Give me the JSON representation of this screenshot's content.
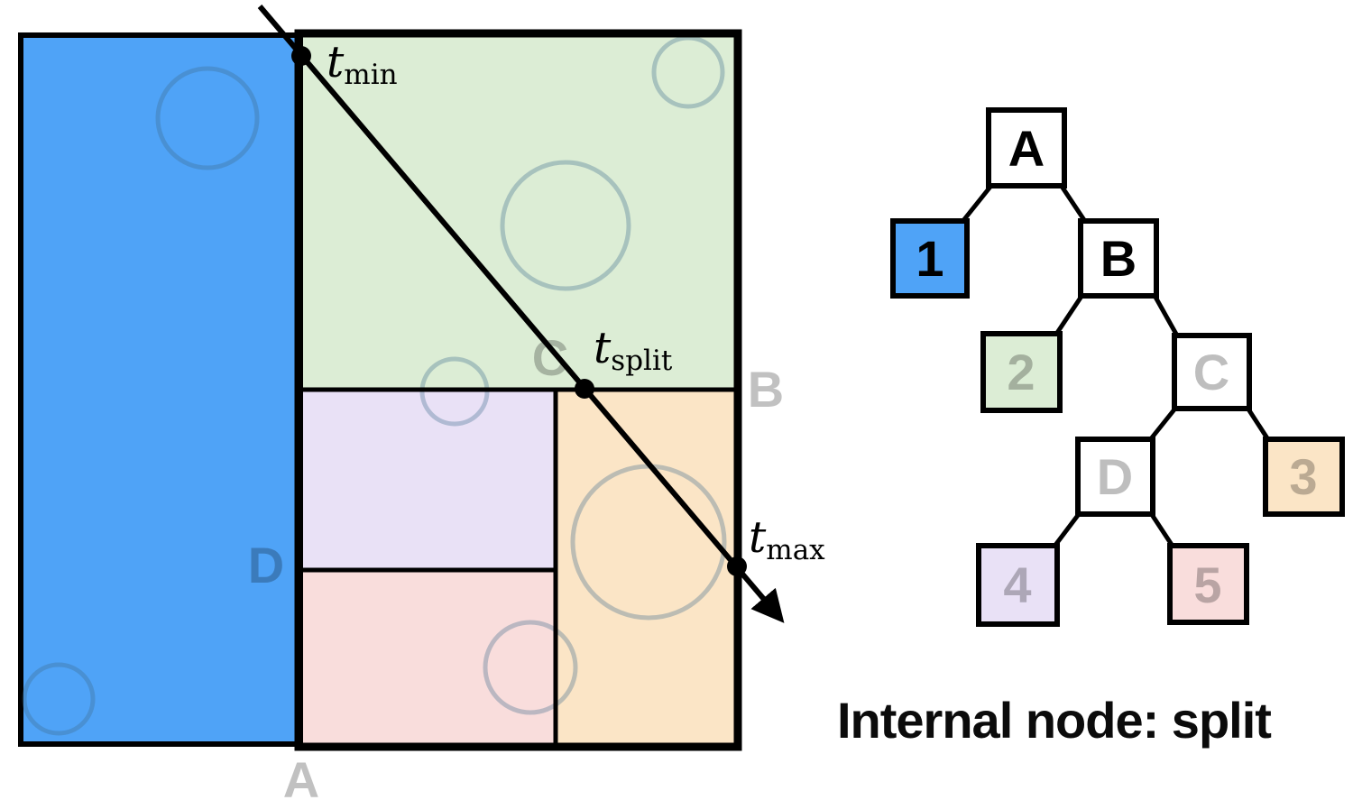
{
  "caption": "Internal node: split",
  "colors": {
    "blue": "#4FA3F7",
    "green": "#DCEDD5",
    "purple": "#E9E1F6",
    "pink": "#F9DDDC",
    "orange": "#FBE5C6",
    "white": "#FFFFFF"
  },
  "spatial": {
    "labels": {
      "tmin": {
        "base": "t",
        "sub": "min"
      },
      "tsplit": {
        "base": "t",
        "sub": "split"
      },
      "tmax": {
        "base": "t",
        "sub": "max"
      },
      "regionA": "A",
      "regionB": "B",
      "regionC": "C",
      "regionD": "D"
    }
  },
  "tree": {
    "nodes": [
      {
        "id": "A",
        "label": "A",
        "fill": "white",
        "text": "black"
      },
      {
        "id": "1",
        "label": "1",
        "fill": "blue",
        "text": "black"
      },
      {
        "id": "B",
        "label": "B",
        "fill": "white",
        "text": "black"
      },
      {
        "id": "2",
        "label": "2",
        "fill": "green",
        "text": "gray"
      },
      {
        "id": "C",
        "label": "C",
        "fill": "white",
        "text": "gray"
      },
      {
        "id": "D",
        "label": "D",
        "fill": "white",
        "text": "gray"
      },
      {
        "id": "3",
        "label": "3",
        "fill": "orange",
        "text": "gray"
      },
      {
        "id": "4",
        "label": "4",
        "fill": "purple",
        "text": "gray"
      },
      {
        "id": "5",
        "label": "5",
        "fill": "pink",
        "text": "gray"
      }
    ],
    "edges": [
      [
        "A",
        "1"
      ],
      [
        "A",
        "B"
      ],
      [
        "B",
        "2"
      ],
      [
        "B",
        "C"
      ],
      [
        "C",
        "D"
      ],
      [
        "C",
        "3"
      ],
      [
        "D",
        "4"
      ],
      [
        "D",
        "5"
      ]
    ]
  }
}
